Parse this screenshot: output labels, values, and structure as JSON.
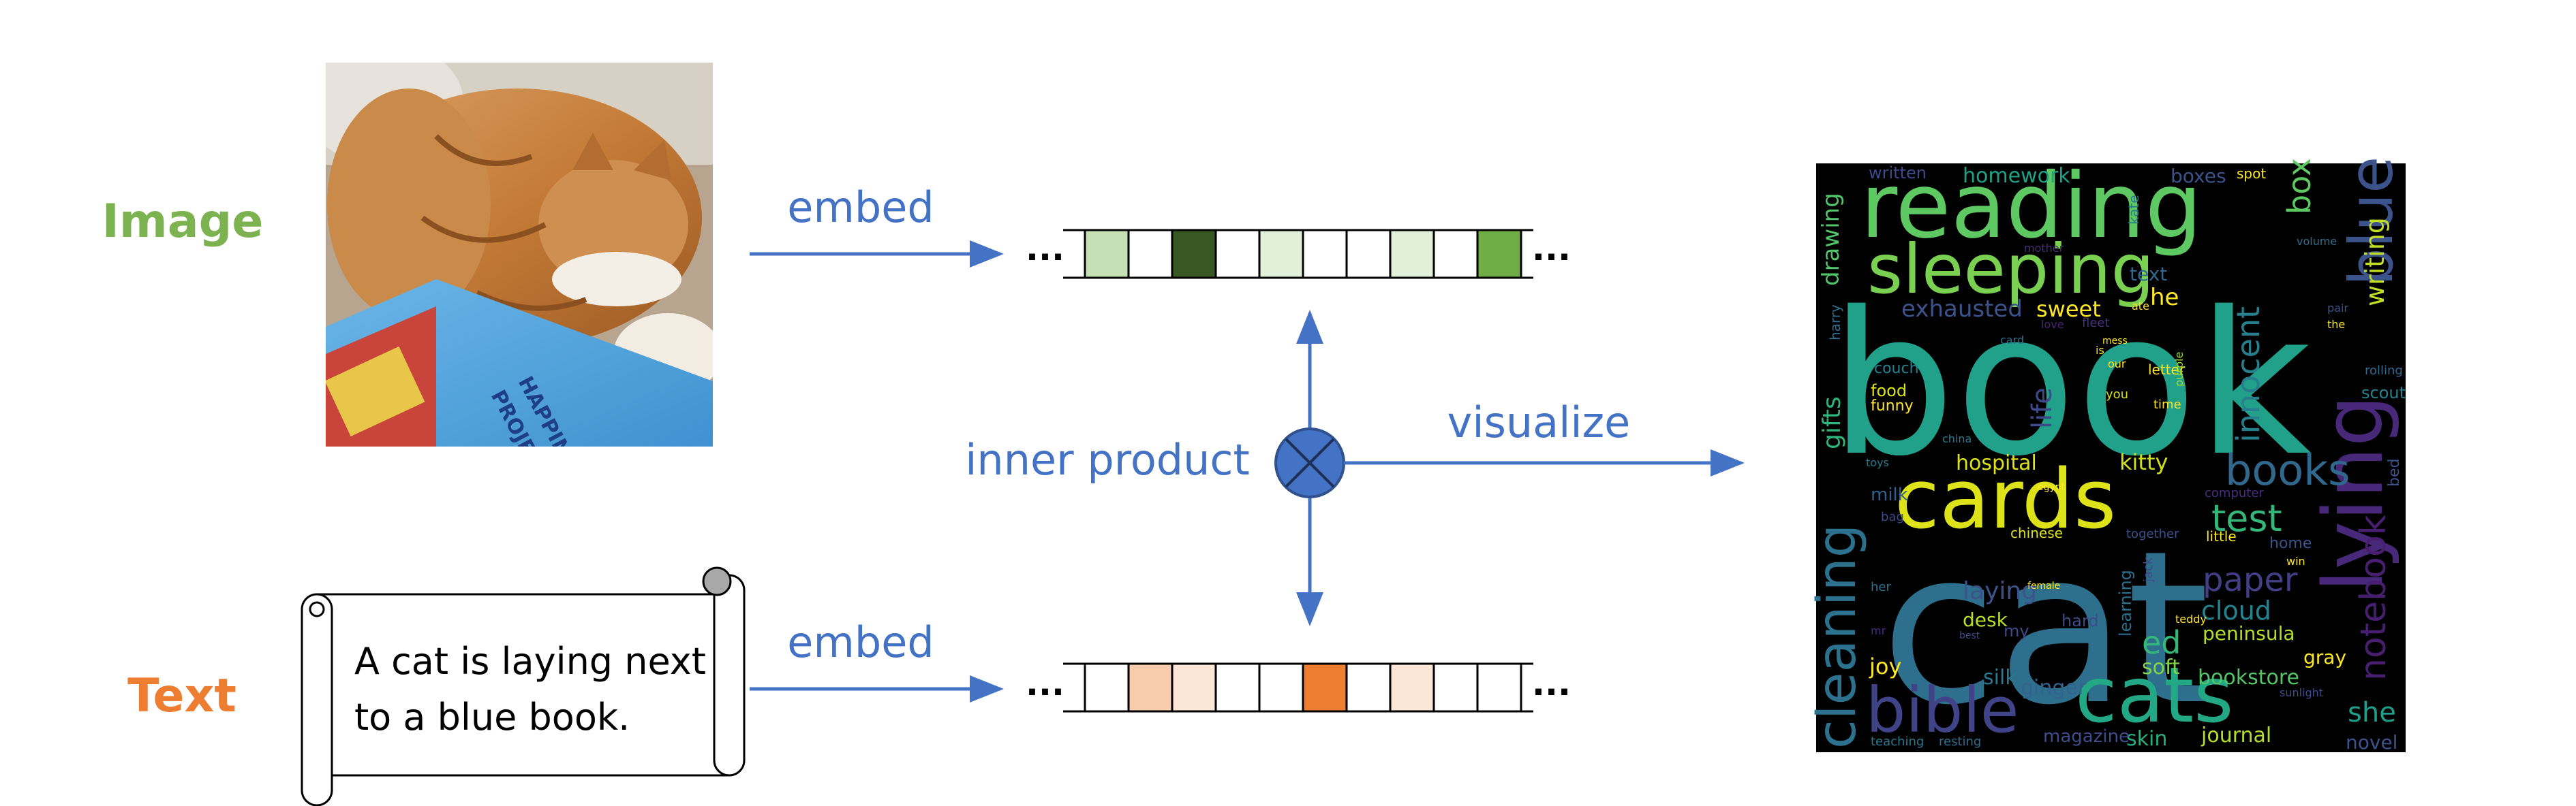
{
  "labels": {
    "image": "Image",
    "text": "Text",
    "embed_top": "embed",
    "embed_bottom": "embed",
    "inner_product": "inner product",
    "visualize": "visualize",
    "ellipsis": "..."
  },
  "caption": [
    "A cat is laying next",
    "to a blue book."
  ],
  "colors": {
    "image_label": "#7cb24f",
    "text_label": "#ed7d31",
    "arrow": "#4472c4",
    "node_fill": "#4472c4",
    "node_stroke": "#2f528f"
  },
  "image_vector": [
    "#c5e0b4",
    "#ffffff",
    "#385723",
    "#ffffff",
    "#e2f0d9",
    "#ffffff",
    "#ffffff",
    "#e2f0d9",
    "#ffffff",
    "#70ad47"
  ],
  "text_vector": [
    "#ffffff",
    "#f8cbad",
    "#fbe5d6",
    "#ffffff",
    "#ffffff",
    "#ed7d31",
    "#ffffff",
    "#fbe5d6",
    "#ffffff",
    "#ffffff"
  ],
  "wordcloud": {
    "background": "#000000",
    "words": [
      {
        "text": "book",
        "color": "#21a08a"
      },
      {
        "text": "cat",
        "color": "#2e6f8e"
      },
      {
        "text": "reading",
        "color": "#5ec962"
      },
      {
        "text": "sleeping",
        "color": "#7ad151"
      },
      {
        "text": "cards",
        "color": "#dde318"
      },
      {
        "text": "cats",
        "color": "#22a884"
      },
      {
        "text": "lying",
        "color": "#482878"
      },
      {
        "text": "bible",
        "color": "#404387"
      },
      {
        "text": "cleaning",
        "color": "#2c728e"
      },
      {
        "text": "blue",
        "color": "#3b528b"
      },
      {
        "text": "books",
        "color": "#31688e"
      },
      {
        "text": "paper",
        "color": "#433e85"
      },
      {
        "text": "notebook",
        "color": "#481f70"
      },
      {
        "text": "test",
        "color": "#35b779"
      },
      {
        "text": "innocent",
        "color": "#277f8e"
      },
      {
        "text": "writing",
        "color": "#c2df23"
      },
      {
        "text": "box",
        "color": "#5ec962"
      },
      {
        "text": "drawing",
        "color": "#52c569"
      },
      {
        "text": "gifts",
        "color": "#2fb47c"
      },
      {
        "text": "homework",
        "color": "#1fa187"
      },
      {
        "text": "exhausted",
        "color": "#3b528b"
      },
      {
        "text": "sweet",
        "color": "#fde725"
      },
      {
        "text": "he",
        "color": "#fde725"
      },
      {
        "text": "life",
        "color": "#3e4a89"
      },
      {
        "text": "kitty",
        "color": "#d0e11c"
      },
      {
        "text": "hospital",
        "color": "#dde318"
      },
      {
        "text": "cloud",
        "color": "#26828e"
      },
      {
        "text": "laying",
        "color": "#3b528b"
      },
      {
        "text": "desk",
        "color": "#bddf26"
      },
      {
        "text": "ed",
        "color": "#35b779"
      },
      {
        "text": "peninsula",
        "color": "#b5de2b"
      },
      {
        "text": "joy",
        "color": "#fde725"
      },
      {
        "text": "silk",
        "color": "#2a788e"
      },
      {
        "text": "ginger",
        "color": "#33638d"
      },
      {
        "text": "hard",
        "color": "#3e4a89"
      },
      {
        "text": "learning",
        "color": "#2d708e"
      },
      {
        "text": "soft",
        "color": "#84d44b"
      },
      {
        "text": "gray",
        "color": "#fde725"
      },
      {
        "text": "bookstore",
        "color": "#54c568"
      },
      {
        "text": "she",
        "color": "#1f9e89"
      },
      {
        "text": "skin",
        "color": "#27ad81"
      },
      {
        "text": "journal",
        "color": "#b5de2b"
      },
      {
        "text": "novel",
        "color": "#3b528b"
      },
      {
        "text": "magazine",
        "color": "#3e4c8a"
      },
      {
        "text": "teaching",
        "color": "#2a788e"
      },
      {
        "text": "resting",
        "color": "#2f6c8e"
      },
      {
        "text": "written",
        "color": "#3e4a89"
      },
      {
        "text": "boxes",
        "color": "#3b528b"
      },
      {
        "text": "spot",
        "color": "#fde725"
      },
      {
        "text": "kate",
        "color": "#2a788e"
      },
      {
        "text": "volume",
        "color": "#2d708e"
      },
      {
        "text": "pair",
        "color": "#3b528b"
      },
      {
        "text": "the",
        "color": "#fde725"
      },
      {
        "text": "mother",
        "color": "#472d7b"
      },
      {
        "text": "love",
        "color": "#482475"
      },
      {
        "text": "is",
        "color": "#fde725"
      },
      {
        "text": "fleet",
        "color": "#46327e"
      },
      {
        "text": "mess",
        "color": "#fde725"
      },
      {
        "text": "card",
        "color": "#2c728e"
      },
      {
        "text": "our",
        "color": "#fde725"
      },
      {
        "text": "text",
        "color": "#31688e"
      },
      {
        "text": "ate",
        "color": "#fde725"
      },
      {
        "text": "harry",
        "color": "#2e6e8e"
      },
      {
        "text": "couch",
        "color": "#26828e"
      },
      {
        "text": "food",
        "color": "#dde318"
      },
      {
        "text": "funny",
        "color": "#fde725"
      },
      {
        "text": "you",
        "color": "#d8e219"
      },
      {
        "text": "letter",
        "color": "#fde725"
      },
      {
        "text": "time",
        "color": "#fde725"
      },
      {
        "text": "purple",
        "color": "#9fda3a"
      },
      {
        "text": "rolling",
        "color": "#31688e"
      },
      {
        "text": "scout",
        "color": "#26828e"
      },
      {
        "text": "china",
        "color": "#2a788e"
      },
      {
        "text": "toys",
        "color": "#2a788e"
      },
      {
        "text": "egypt",
        "color": "#fde725"
      },
      {
        "text": "milk",
        "color": "#33638d"
      },
      {
        "text": "bag",
        "color": "#3e4a89"
      },
      {
        "text": "computer",
        "color": "#472d7b"
      },
      {
        "text": "bed",
        "color": "#3b528b"
      },
      {
        "text": "chinese",
        "color": "#dde318"
      },
      {
        "text": "together",
        "color": "#3b528b"
      },
      {
        "text": "little",
        "color": "#fde725"
      },
      {
        "text": "home",
        "color": "#3b528b"
      },
      {
        "text": "her",
        "color": "#2c728e"
      },
      {
        "text": "female",
        "color": "#fde725"
      },
      {
        "text": "jack",
        "color": "#3e4a89"
      },
      {
        "text": "win",
        "color": "#fde725"
      },
      {
        "text": "teddy",
        "color": "#fde725"
      },
      {
        "text": "mr",
        "color": "#472d7b"
      },
      {
        "text": "best",
        "color": "#3e4a89"
      },
      {
        "text": "my",
        "color": "#3e4a89"
      },
      {
        "text": "sunlight",
        "color": "#3e4a89"
      }
    ]
  }
}
